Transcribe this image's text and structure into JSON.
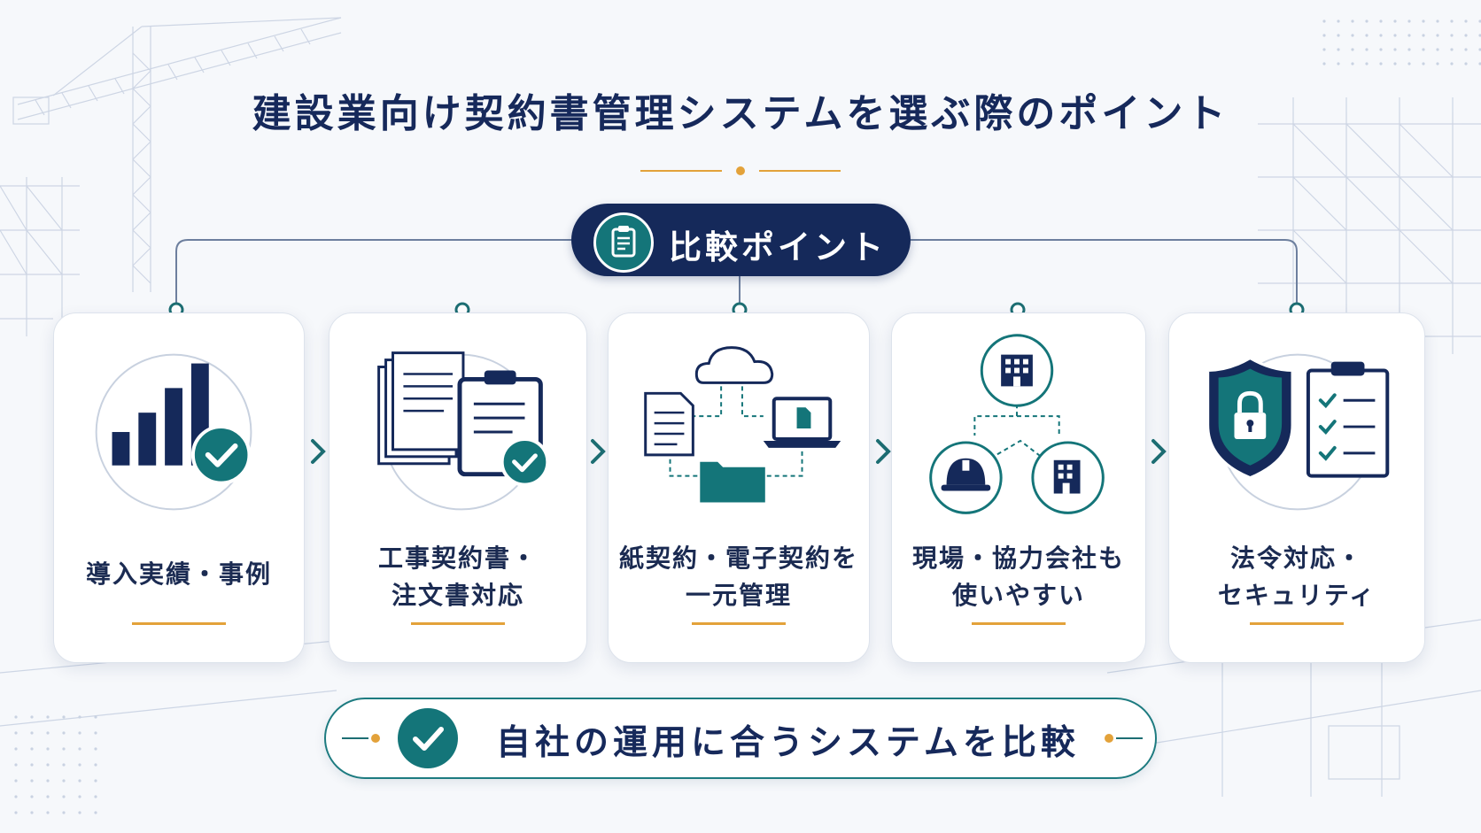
{
  "title": "建設業向け契約書管理システムを選ぶ際のポイント",
  "badge": {
    "label": "比較ポイント",
    "icon": "clipboard-icon"
  },
  "cards": [
    {
      "id": "track-record",
      "lines": [
        "導入実績・事例"
      ],
      "icon": "bar-chart-check-icon"
    },
    {
      "id": "contract-forms",
      "lines": [
        "工事契約書・",
        "注文書対応"
      ],
      "icon": "documents-clipboard-check-icon"
    },
    {
      "id": "unified-management",
      "lines": [
        "紙契約・電子契約を",
        "一元管理"
      ],
      "icon": "cloud-sync-documents-icon"
    },
    {
      "id": "ease-of-use",
      "lines": [
        "現場・協力会社も",
        "使いやすい"
      ],
      "icon": "building-network-icon"
    },
    {
      "id": "compliance",
      "lines": [
        "法令対応・",
        "セキュリティ"
      ],
      "icon": "shield-checklist-icon"
    }
  ],
  "conclusion": {
    "label": "自社の運用に合うシステムを比較",
    "icon": "check-circle-icon"
  },
  "colors": {
    "navy": "#15295a",
    "teal": "#147579",
    "gold": "#e3a23a",
    "background": "#f6f8fb"
  }
}
